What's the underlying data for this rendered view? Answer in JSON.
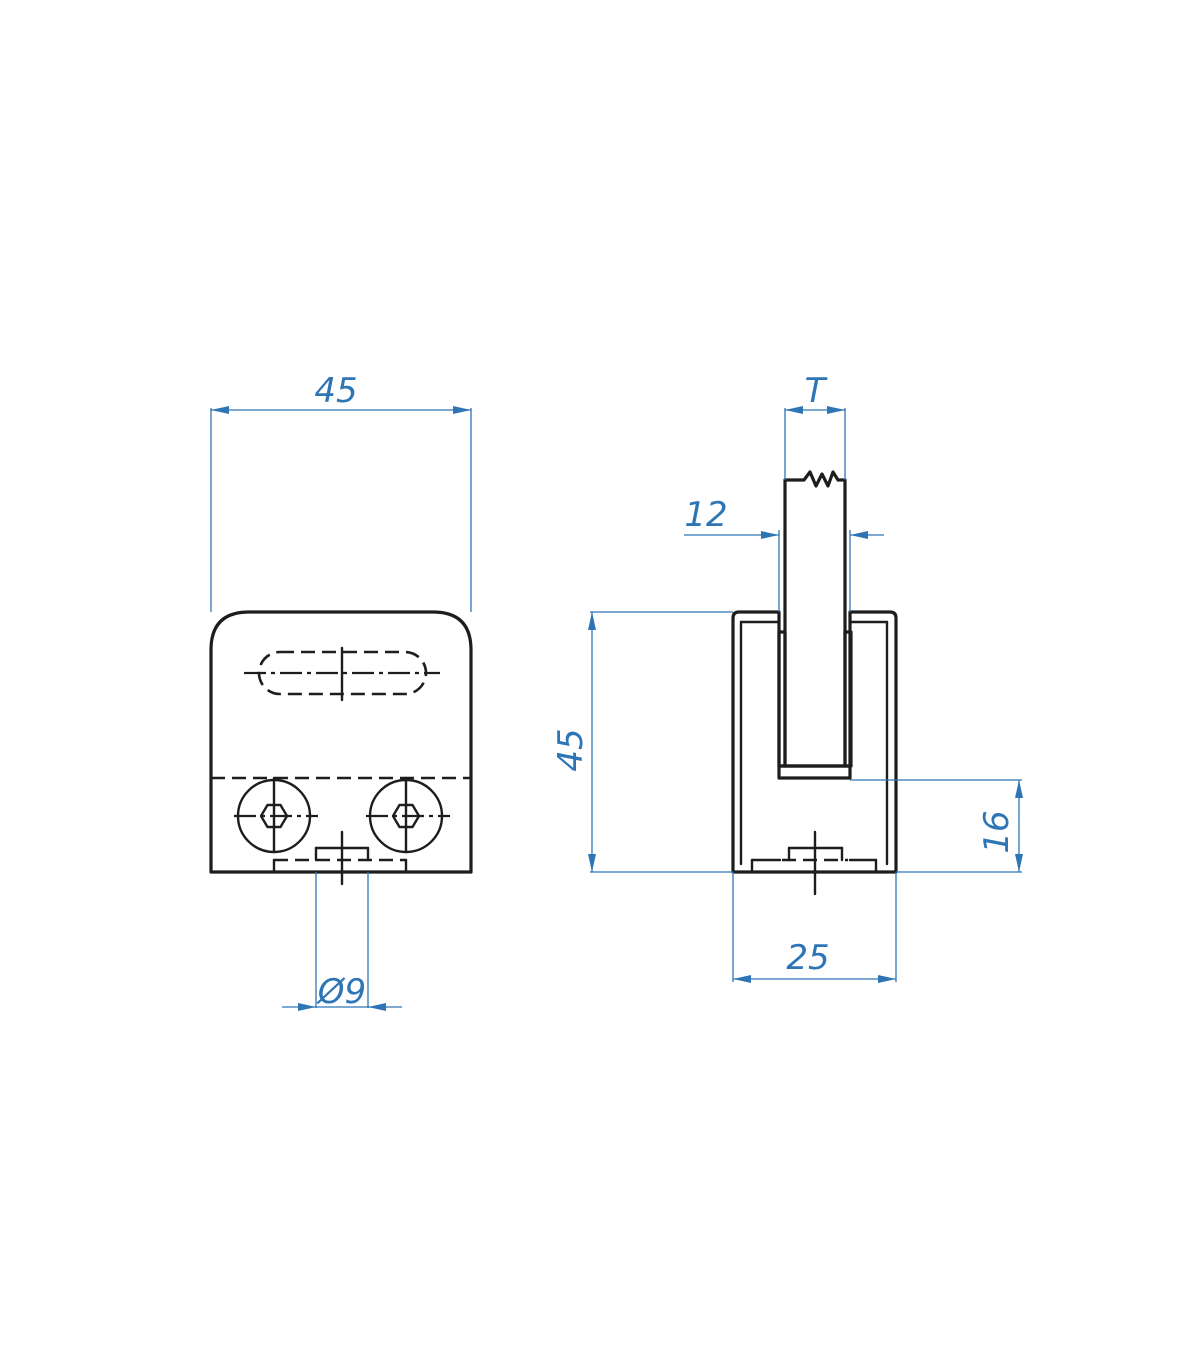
{
  "dimensions": {
    "front_width": "45",
    "hole_diameter": "Ø9",
    "side_height": "45",
    "slot_depth": "12",
    "glass_thickness": "T",
    "base_height": "16",
    "side_width": "25"
  },
  "colors": {
    "outline": "#1d1d1b",
    "dimension": "#2e75b6"
  }
}
